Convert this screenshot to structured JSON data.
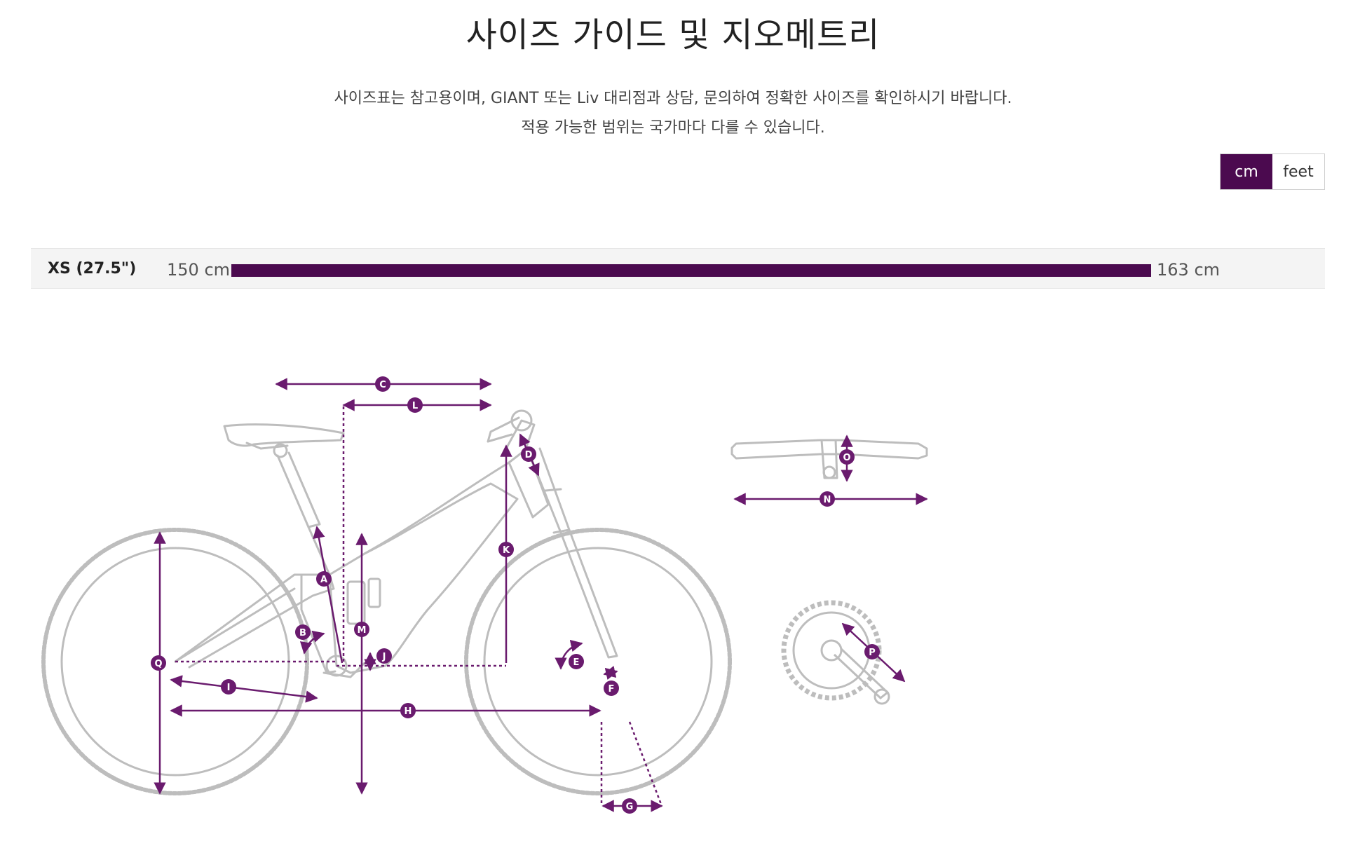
{
  "page": {
    "title": "사이즈 가이드 및 지오메트리",
    "description_line1": "사이즈표는 참고용이며, GIANT 또는 Liv 대리점과 상담, 문의하여 정확한 사이즈를 확인하시기 바랍니다.",
    "description_line2": "적용 가능한 범위는 국가마다 다를 수 있습니다."
  },
  "units": {
    "options": [
      "cm",
      "feet"
    ],
    "selected": "cm"
  },
  "size_chart": {
    "rows": [
      {
        "size": "XS (27.5\")",
        "min_label": "150 cm",
        "max_label": "163 cm",
        "range_cm": [
          150,
          163
        ]
      }
    ]
  },
  "geometry_labels": [
    "A",
    "B",
    "C",
    "D",
    "E",
    "F",
    "G",
    "H",
    "I",
    "J",
    "K",
    "L",
    "M",
    "N",
    "O",
    "P",
    "Q"
  ],
  "colors": {
    "accent": "#4b0a4f",
    "measure_line": "#6a1b6e",
    "bike_outline": "#bdbdbd"
  }
}
